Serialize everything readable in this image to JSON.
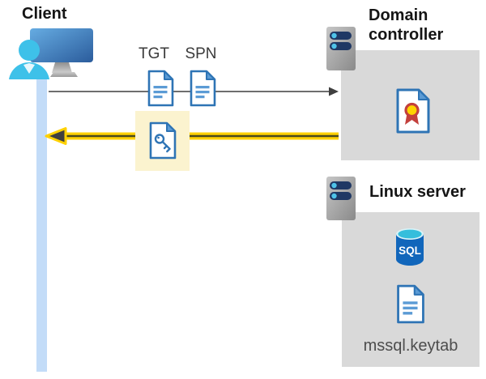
{
  "client": {
    "heading": "Client"
  },
  "flow": {
    "tgt_label": "TGT",
    "spn_label": "SPN"
  },
  "domain_controller": {
    "heading": "Domain controller"
  },
  "linux_server": {
    "heading": "Linux server",
    "sql_icon_label": "SQL",
    "keytab_filename": "mssql.keytab"
  },
  "icons": {
    "client": "client-workstation-icon",
    "user": "user-icon",
    "server": "server-icon",
    "ticket_document": "document-icon",
    "key_document": "key-document-icon",
    "certificate": "certificate-icon",
    "sql_database": "sql-database-icon",
    "request": "arrow-right-icon",
    "response": "arrow-left-icon"
  },
  "colors": {
    "doc_border_blue": "#2e74b5",
    "doc_line_blue": "#5b9bd5",
    "client_bar_blue": "#c3dcf8",
    "person_cyan": "#3ec1e9",
    "monitor_blue_light": "#66ace2",
    "monitor_blue_dark": "#2b5c9c",
    "server_slot_navy": "#1f3864",
    "server_dot_blue": "#4fc3e8",
    "request_arrow_gray": "#595959",
    "response_arrow_yellow": "#ffd100",
    "highlight_yellow": "#fbf3cf",
    "box_gray": "#d9d9d9",
    "sql_blue": "#1166bb",
    "sql_top_cyan": "#35bedc",
    "ribbon_red": "#c3403c",
    "ribbon_gold": "#ffd400"
  }
}
